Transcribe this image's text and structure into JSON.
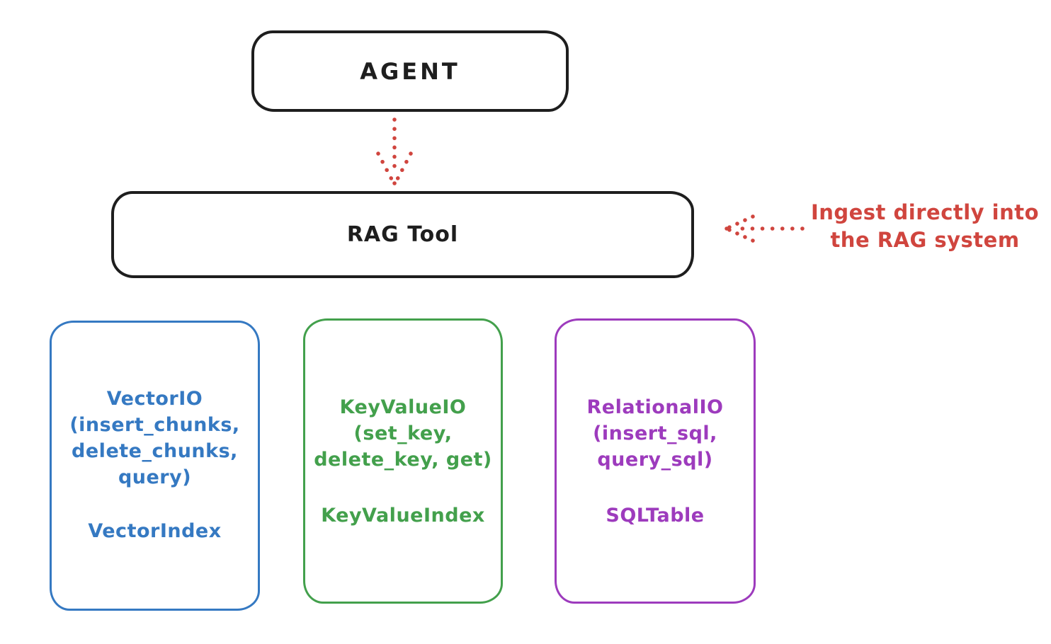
{
  "colors": {
    "outline_black": "#1e1e1e",
    "annotation_red": "#d0453e",
    "vector_blue": "#3579c2",
    "keyvalue_green": "#43a04c",
    "relational_purple": "#9d3bbd",
    "background": "#ffffff"
  },
  "agent": {
    "label": "AGENT"
  },
  "rag_tool": {
    "label": "RAG Tool"
  },
  "annotation": {
    "line1": "Ingest directly into",
    "line2": "the RAG system"
  },
  "backends": [
    {
      "name": "vector-io",
      "lines": [
        "VectorIO",
        "(insert_chunks,",
        "delete_chunks,",
        "query)"
      ],
      "index": "VectorIndex",
      "color": "#3579c2"
    },
    {
      "name": "key-value-io",
      "lines": [
        "KeyValueIO",
        "(set_key,",
        "delete_key, get)"
      ],
      "index": "KeyValueIndex",
      "color": "#43a04c"
    },
    {
      "name": "relational-io",
      "lines": [
        "RelationalIO",
        "(insert_sql,",
        "query_sql)"
      ],
      "index": "SQLTable",
      "color": "#9d3bbd"
    }
  ]
}
